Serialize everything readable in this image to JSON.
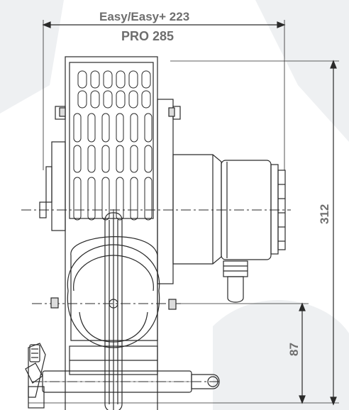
{
  "dimensions": {
    "width_label_line1": "Easy/Easy+  223",
    "width_label_line2": "PRO 285",
    "height_total_label": "312",
    "height_axis_label": "87"
  },
  "colors": {
    "line": "#2a2a2a",
    "dim_text": "#6e6e6e",
    "background": "#ffffff",
    "bg_shade": "#eef0f2"
  }
}
